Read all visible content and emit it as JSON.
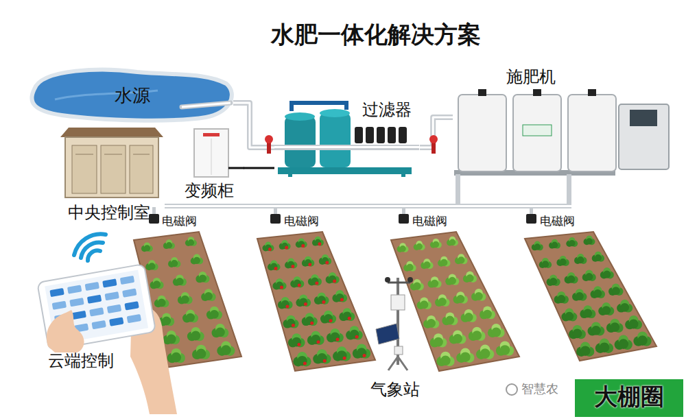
{
  "diagram": {
    "title": "水肥一体化解决方案",
    "nodes": [
      {
        "text": [
          "水源"
        ]
      },
      {
        "text": [
          "过滤器"
        ]
      },
      {
        "text": [
          "施肥机"
        ]
      },
      {
        "text": [
          "变频柜"
        ]
      },
      {
        "text": [
          "中央控制室"
        ]
      }
    ],
    "edges": [
      {
        "from": 0,
        "to": 1,
        "arrow": "none"
      },
      {
        "from": 1,
        "to": 2,
        "arrow": "none"
      },
      {
        "from": 3,
        "to": 1,
        "arrow": "none"
      }
    ],
    "labels": [
      "电磁阀",
      "电磁阀",
      "电磁阀",
      "电磁阀",
      "云端控制",
      "气象站",
      "智慧农",
      "大棚圈"
    ]
  }
}
